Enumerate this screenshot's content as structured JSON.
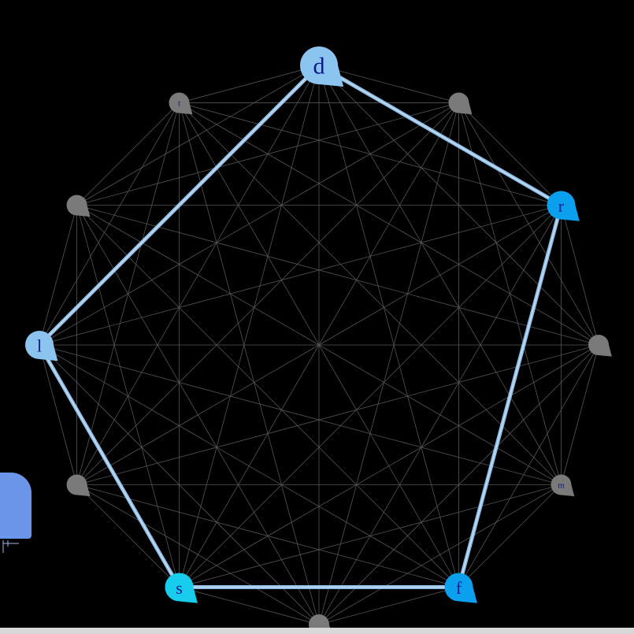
{
  "graph": {
    "title": "",
    "node_count": 12,
    "background_color": "#000000",
    "edge_color": "#555555",
    "path_color": "#8fbde8",
    "inactive_node_color": "#7a7a7a",
    "nodes": [
      {
        "id": 0,
        "label": "d",
        "state": "path",
        "color": "#8cc4f0"
      },
      {
        "id": 1,
        "label": "",
        "state": "inactive",
        "color": "#7a7a7a"
      },
      {
        "id": 2,
        "label": "r",
        "state": "path",
        "color": "#0aa0ee"
      },
      {
        "id": 3,
        "label": "",
        "state": "inactive",
        "color": "#7a7a7a"
      },
      {
        "id": 4,
        "label": "m",
        "state": "inactive",
        "color": "#7a7a7a"
      },
      {
        "id": 5,
        "label": "f",
        "state": "path",
        "color": "#0aa0ee"
      },
      {
        "id": 6,
        "label": "",
        "state": "inactive",
        "color": "#7a7a7a"
      },
      {
        "id": 7,
        "label": "s",
        "state": "path",
        "color": "#18ccee"
      },
      {
        "id": 8,
        "label": "",
        "state": "inactive",
        "color": "#7a7a7a"
      },
      {
        "id": 9,
        "label": "l",
        "state": "path",
        "color": "#8cc4f0"
      },
      {
        "id": 10,
        "label": "",
        "state": "inactive",
        "color": "#7a7a7a"
      },
      {
        "id": 11,
        "label": "t",
        "state": "inactive",
        "color": "#7a7a7a"
      }
    ],
    "path": [
      "d",
      "r",
      "f",
      "s",
      "l",
      "d"
    ]
  },
  "side_tab": {
    "color": "#6a95e8"
  }
}
